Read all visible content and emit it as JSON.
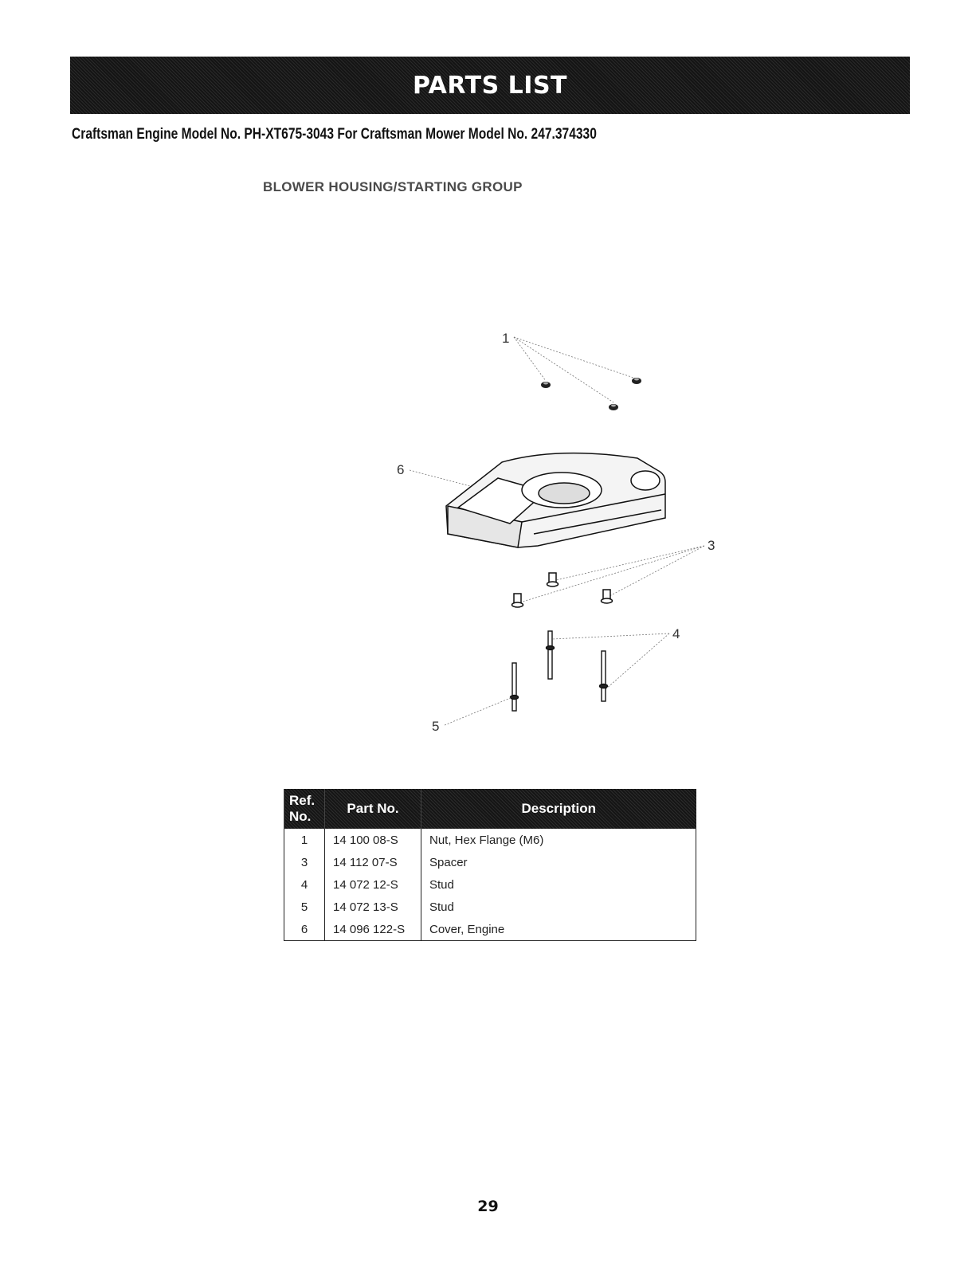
{
  "header": {
    "banner_title": "PARTS LIST",
    "model_line": "Craftsman Engine Model No. PH-XT675-3043 For Craftsman Mower Model No. 247.374330"
  },
  "section": {
    "group_title": "BLOWER HOUSING/STARTING GROUP"
  },
  "diagram": {
    "callouts": [
      "1",
      "6",
      "3",
      "4",
      "5"
    ]
  },
  "table": {
    "headers": {
      "ref_line1": "Ref.",
      "ref_line2": "No.",
      "part": "Part No.",
      "description": "Description"
    },
    "rows": [
      {
        "ref": "1",
        "part": "14 100 08-S",
        "description": "Nut, Hex Flange (M6)"
      },
      {
        "ref": "3",
        "part": "14 112 07-S",
        "description": "Spacer"
      },
      {
        "ref": "4",
        "part": "14 072 12-S",
        "description": "Stud"
      },
      {
        "ref": "5",
        "part": "14 072 13-S",
        "description": "Stud"
      },
      {
        "ref": "6",
        "part": "14 096 122-S",
        "description": "Cover, Engine"
      }
    ]
  },
  "footer": {
    "page_number": "29"
  }
}
